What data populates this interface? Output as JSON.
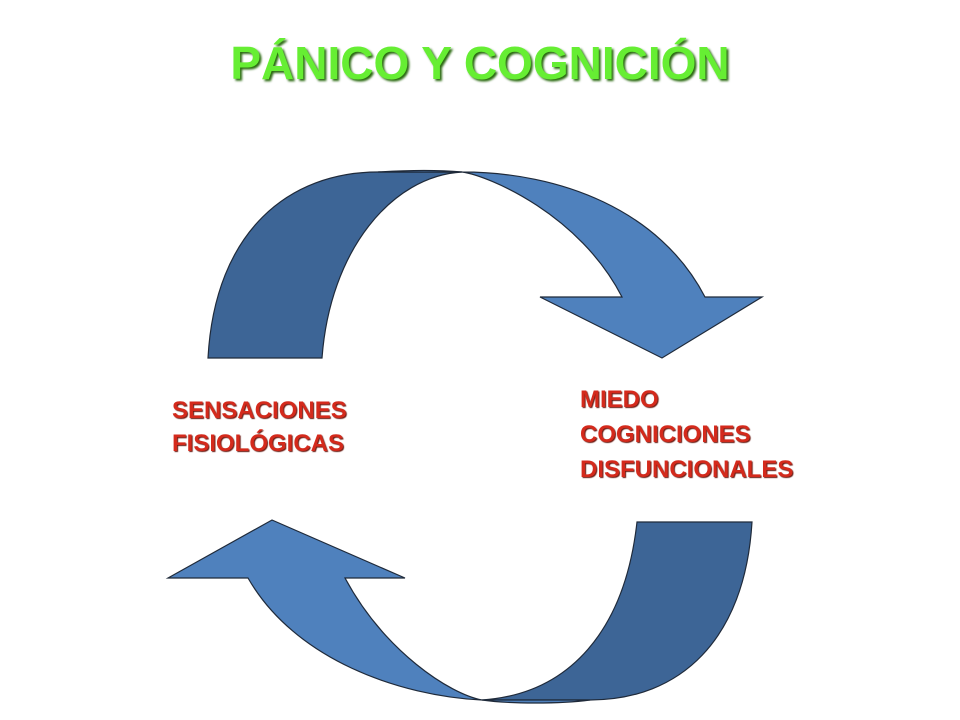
{
  "title": "PÁNICO Y COGNICIÓN",
  "nodes": {
    "left": {
      "lines": [
        "SENSACIONES",
        "FISIOLÓGICAS"
      ]
    },
    "right": {
      "lines": [
        "MIEDO",
        "COGNICIONES",
        "DISFUNCIONALES"
      ]
    }
  },
  "colors": {
    "title": "#66ee33",
    "label": "#d42a1c",
    "arrow_light": "#4f81bd",
    "arrow_dark": "#3d6596",
    "arrow_outline": "#1f2a3a"
  }
}
